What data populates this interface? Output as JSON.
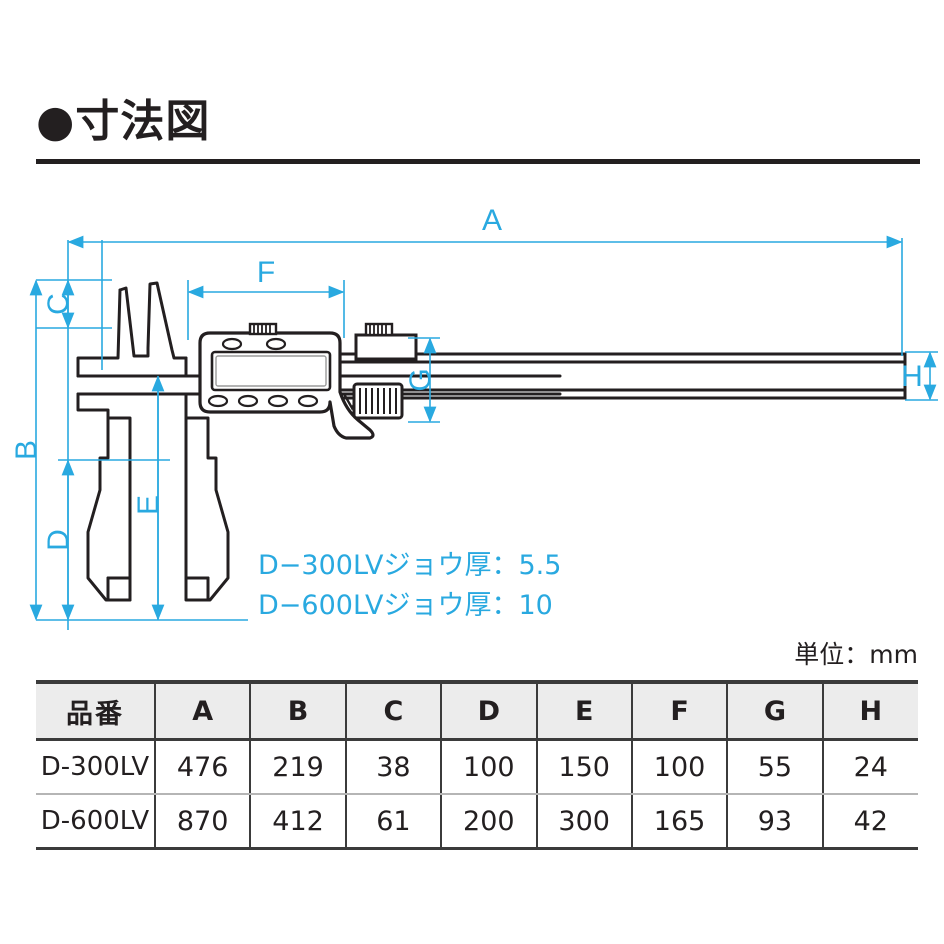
{
  "header": {
    "bullet": "●",
    "title": "寸法図"
  },
  "drawing": {
    "accent_color": "#29a9e0",
    "line_color": "#231f20",
    "dimension_labels": {
      "A": "A",
      "B": "B",
      "C": "C",
      "D": "D",
      "E": "E",
      "F": "F",
      "G": "G",
      "H": "H"
    },
    "notes": [
      "D−300LVジョウ厚：5.5",
      "D−600LVジョウ厚：10"
    ]
  },
  "unit_note": "単位：mm",
  "table": {
    "headers": [
      "品番",
      "A",
      "B",
      "C",
      "D",
      "E",
      "F",
      "G",
      "H"
    ],
    "rows": [
      {
        "model": "D-300LV",
        "values": [
          "476",
          "219",
          "38",
          "100",
          "150",
          "100",
          "55",
          "24"
        ]
      },
      {
        "model": "D-600LV",
        "values": [
          "870",
          "412",
          "61",
          "200",
          "300",
          "165",
          "93",
          "42"
        ]
      }
    ]
  }
}
